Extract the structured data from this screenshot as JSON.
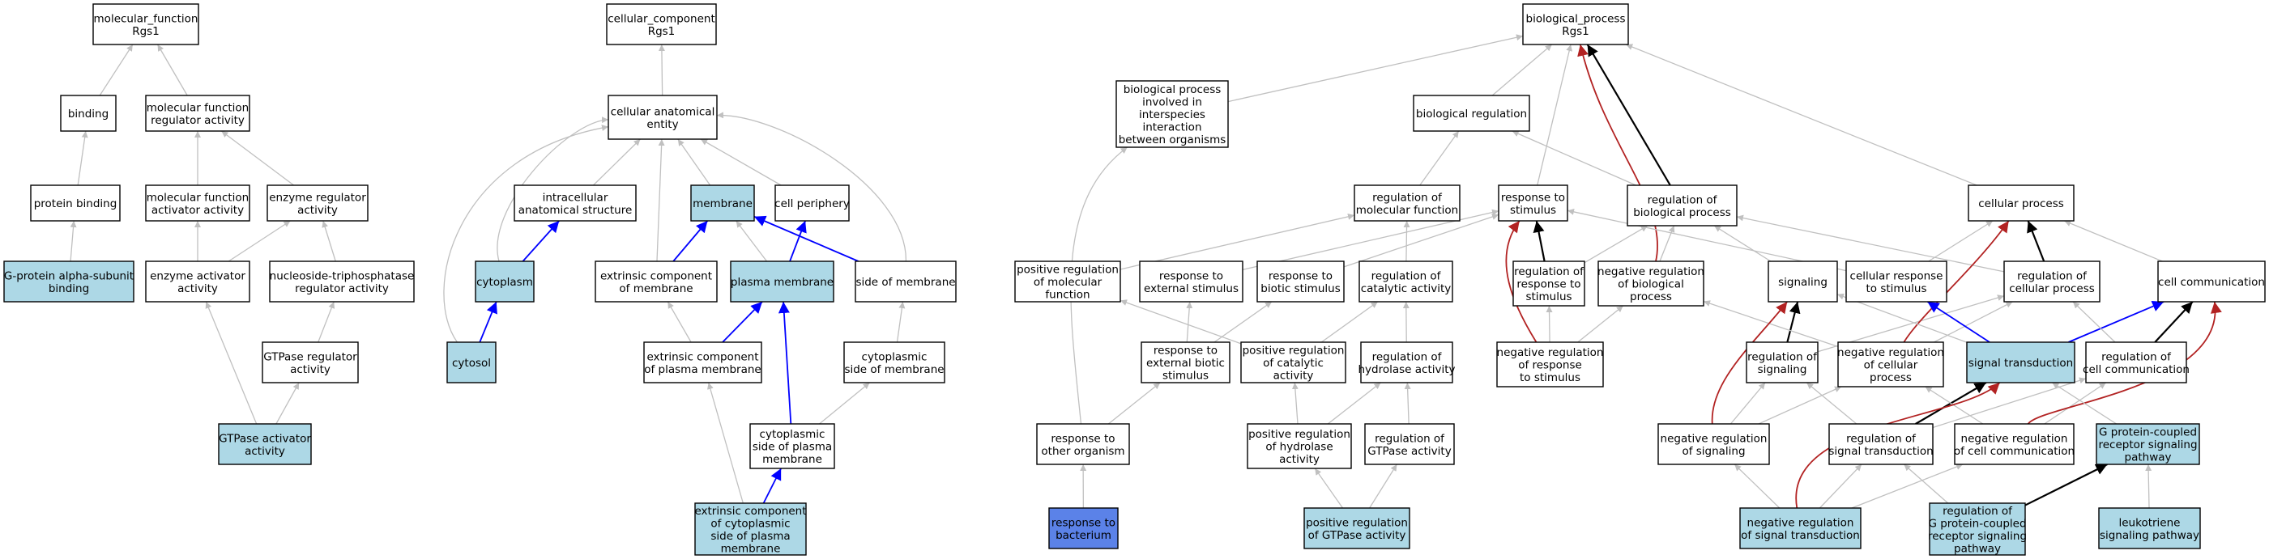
{
  "colors": {
    "plain": "#ffffff",
    "highlight": "#add8e6",
    "query": "#5b82e8",
    "edge_isa": "#c0c0c0",
    "edge_black": "#000000",
    "edge_blue": "#0000ff",
    "edge_red": "#b22222"
  },
  "nodes": [
    {
      "id": "mf_root",
      "lines": [
        "molecular_function",
        "Rgs1"
      ],
      "fill": "plain"
    },
    {
      "id": "binding",
      "lines": [
        "binding"
      ],
      "fill": "plain"
    },
    {
      "id": "mf_reg",
      "lines": [
        "molecular function",
        "regulator activity"
      ],
      "fill": "plain"
    },
    {
      "id": "protein_binding",
      "lines": [
        "protein binding"
      ],
      "fill": "plain"
    },
    {
      "id": "mf_act",
      "lines": [
        "molecular function",
        "activator activity"
      ],
      "fill": "plain"
    },
    {
      "id": "enz_reg",
      "lines": [
        "enzyme regulator",
        "activity"
      ],
      "fill": "plain"
    },
    {
      "id": "galpha",
      "lines": [
        "G-protein alpha-subunit",
        "binding"
      ],
      "fill": "highlight"
    },
    {
      "id": "enz_act",
      "lines": [
        "enzyme activator",
        "activity"
      ],
      "fill": "plain"
    },
    {
      "id": "ntp_reg",
      "lines": [
        "nucleoside-triphosphatase",
        "regulator activity"
      ],
      "fill": "plain"
    },
    {
      "id": "gtpase_reg",
      "lines": [
        "GTPase regulator",
        "activity"
      ],
      "fill": "plain"
    },
    {
      "id": "gtpase_act",
      "lines": [
        "GTPase activator",
        "activity"
      ],
      "fill": "highlight"
    },
    {
      "id": "cc_root",
      "lines": [
        "cellular_component",
        "Rgs1"
      ],
      "fill": "plain"
    },
    {
      "id": "cae",
      "lines": [
        "cellular anatomical",
        "entity"
      ],
      "fill": "plain"
    },
    {
      "id": "intracell",
      "lines": [
        "intracellular",
        "anatomical structure"
      ],
      "fill": "plain"
    },
    {
      "id": "membrane",
      "lines": [
        "membrane"
      ],
      "fill": "highlight"
    },
    {
      "id": "cell_periph",
      "lines": [
        "cell periphery"
      ],
      "fill": "plain"
    },
    {
      "id": "cytoplasm",
      "lines": [
        "cytoplasm"
      ],
      "fill": "highlight"
    },
    {
      "id": "ext_comp_mem",
      "lines": [
        "extrinsic component",
        "of membrane"
      ],
      "fill": "plain"
    },
    {
      "id": "plasma_mem",
      "lines": [
        "plasma membrane"
      ],
      "fill": "highlight"
    },
    {
      "id": "side_mem",
      "lines": [
        "side of membrane"
      ],
      "fill": "plain"
    },
    {
      "id": "cytosol",
      "lines": [
        "cytosol"
      ],
      "fill": "highlight"
    },
    {
      "id": "ext_comp_pm",
      "lines": [
        "extrinsic component",
        "of plasma membrane"
      ],
      "fill": "plain"
    },
    {
      "id": "cyto_side_mem",
      "lines": [
        "cytoplasmic",
        "side of membrane"
      ],
      "fill": "plain"
    },
    {
      "id": "cyto_side_pm",
      "lines": [
        "cytoplasmic",
        "side of plasma",
        "membrane"
      ],
      "fill": "plain"
    },
    {
      "id": "ext_comp_cyto",
      "lines": [
        "extrinsic component",
        "of cytoplasmic",
        "side of plasma",
        "membrane"
      ],
      "fill": "highlight"
    },
    {
      "id": "bp_root",
      "lines": [
        "biological_process",
        "Rgs1"
      ],
      "fill": "plain"
    },
    {
      "id": "bp_interspecies",
      "lines": [
        "biological process",
        "involved in",
        "interspecies",
        "interaction",
        "between organisms"
      ],
      "fill": "plain"
    },
    {
      "id": "bio_reg",
      "lines": [
        "biological regulation"
      ],
      "fill": "plain"
    },
    {
      "id": "reg_mf",
      "lines": [
        "regulation of",
        "molecular function"
      ],
      "fill": "plain"
    },
    {
      "id": "resp_stim",
      "lines": [
        "response to",
        "stimulus"
      ],
      "fill": "plain"
    },
    {
      "id": "reg_bp",
      "lines": [
        "regulation of",
        "biological process"
      ],
      "fill": "plain"
    },
    {
      "id": "cell_proc",
      "lines": [
        "cellular process"
      ],
      "fill": "plain"
    },
    {
      "id": "pos_reg_mf",
      "lines": [
        "positive regulation",
        "of molecular",
        "function"
      ],
      "fill": "plain"
    },
    {
      "id": "resp_ext",
      "lines": [
        "response to",
        "external stimulus"
      ],
      "fill": "plain"
    },
    {
      "id": "resp_biotic",
      "lines": [
        "response to",
        "biotic stimulus"
      ],
      "fill": "plain"
    },
    {
      "id": "reg_cat",
      "lines": [
        "regulation of",
        "catalytic activity"
      ],
      "fill": "plain"
    },
    {
      "id": "reg_resp_stim",
      "lines": [
        "regulation of",
        "response to",
        "stimulus"
      ],
      "fill": "plain"
    },
    {
      "id": "neg_reg_bp",
      "lines": [
        "negative regulation",
        "of biological",
        "process"
      ],
      "fill": "plain"
    },
    {
      "id": "signaling",
      "lines": [
        "signaling"
      ],
      "fill": "plain"
    },
    {
      "id": "cell_resp",
      "lines": [
        "cellular response",
        "to stimulus"
      ],
      "fill": "plain"
    },
    {
      "id": "reg_cell_proc",
      "lines": [
        "regulation of",
        "cellular process"
      ],
      "fill": "plain"
    },
    {
      "id": "cell_comm",
      "lines": [
        "cell communication"
      ],
      "fill": "plain"
    },
    {
      "id": "resp_ext_biotic",
      "lines": [
        "response to",
        "external biotic",
        "stimulus"
      ],
      "fill": "plain"
    },
    {
      "id": "pos_reg_cat",
      "lines": [
        "positive regulation",
        "of catalytic",
        "activity"
      ],
      "fill": "plain"
    },
    {
      "id": "reg_hydro",
      "lines": [
        "regulation of",
        "hydrolase activity"
      ],
      "fill": "plain"
    },
    {
      "id": "neg_reg_resp",
      "lines": [
        "negative regulation",
        "of response",
        "to stimulus"
      ],
      "fill": "plain"
    },
    {
      "id": "reg_signaling",
      "lines": [
        "regulation of",
        "signaling"
      ],
      "fill": "plain"
    },
    {
      "id": "neg_reg_cell_proc",
      "lines": [
        "negative regulation",
        "of cellular",
        "process"
      ],
      "fill": "plain"
    },
    {
      "id": "sig_trans",
      "lines": [
        "signal transduction"
      ],
      "fill": "highlight"
    },
    {
      "id": "reg_cell_comm",
      "lines": [
        "regulation of",
        "cell communication"
      ],
      "fill": "plain"
    },
    {
      "id": "resp_other_org",
      "lines": [
        "response to",
        "other organism"
      ],
      "fill": "plain"
    },
    {
      "id": "pos_reg_hydro",
      "lines": [
        "positive regulation",
        "of hydrolase",
        "activity"
      ],
      "fill": "plain"
    },
    {
      "id": "reg_gtpase",
      "lines": [
        "regulation of",
        "GTPase activity"
      ],
      "fill": "plain"
    },
    {
      "id": "neg_reg_signaling",
      "lines": [
        "negative regulation",
        "of signaling"
      ],
      "fill": "plain"
    },
    {
      "id": "reg_sig_trans",
      "lines": [
        "regulation of",
        "signal transduction"
      ],
      "fill": "plain"
    },
    {
      "id": "neg_reg_cell_comm",
      "lines": [
        "negative regulation",
        "of cell communication"
      ],
      "fill": "plain"
    },
    {
      "id": "gpcr_path",
      "lines": [
        "G protein-coupled",
        "receptor signaling",
        "pathway"
      ],
      "fill": "highlight"
    },
    {
      "id": "resp_bact",
      "lines": [
        "response to",
        "bacterium"
      ],
      "fill": "query"
    },
    {
      "id": "pos_reg_gtpase",
      "lines": [
        "positive regulation",
        "of GTPase activity"
      ],
      "fill": "highlight"
    },
    {
      "id": "neg_reg_sig_trans",
      "lines": [
        "negative regulation",
        "of signal transduction"
      ],
      "fill": "highlight"
    },
    {
      "id": "reg_gpcr",
      "lines": [
        "regulation of",
        "G protein-coupled",
        "receptor signaling",
        "pathway"
      ],
      "fill": "highlight"
    },
    {
      "id": "leukotriene",
      "lines": [
        "leukotriene",
        "signaling pathway"
      ],
      "fill": "highlight"
    }
  ],
  "edges": [
    {
      "from": "binding",
      "to": "mf_root",
      "type": "isa"
    },
    {
      "from": "mf_reg",
      "to": "mf_root",
      "type": "isa"
    },
    {
      "from": "protein_binding",
      "to": "binding",
      "type": "isa"
    },
    {
      "from": "mf_act",
      "to": "mf_reg",
      "type": "isa"
    },
    {
      "from": "enz_reg",
      "to": "mf_reg",
      "type": "isa"
    },
    {
      "from": "galpha",
      "to": "protein_binding",
      "type": "isa"
    },
    {
      "from": "enz_act",
      "to": "mf_act",
      "type": "isa"
    },
    {
      "from": "enz_act",
      "to": "enz_reg",
      "type": "isa"
    },
    {
      "from": "ntp_reg",
      "to": "enz_reg",
      "type": "isa"
    },
    {
      "from": "gtpase_reg",
      "to": "ntp_reg",
      "type": "isa"
    },
    {
      "from": "gtpase_act",
      "to": "enz_act",
      "type": "isa"
    },
    {
      "from": "gtpase_act",
      "to": "gtpase_reg",
      "type": "isa"
    },
    {
      "from": "cae",
      "to": "cc_root",
      "type": "isa"
    },
    {
      "from": "intracell",
      "to": "cae",
      "type": "isa"
    },
    {
      "from": "membrane",
      "to": "cae",
      "type": "isa"
    },
    {
      "from": "cell_periph",
      "to": "cae",
      "type": "isa"
    },
    {
      "from": "cytoplasm",
      "to": "cae",
      "type": "isa"
    },
    {
      "from": "cytoplasm",
      "to": "intracell",
      "type": "blue"
    },
    {
      "from": "ext_comp_mem",
      "to": "cae",
      "type": "isa"
    },
    {
      "from": "ext_comp_mem",
      "to": "membrane",
      "type": "blue"
    },
    {
      "from": "plasma_mem",
      "to": "membrane",
      "type": "isa"
    },
    {
      "from": "plasma_mem",
      "to": "cell_periph",
      "type": "blue"
    },
    {
      "from": "side_mem",
      "to": "cae",
      "type": "isa"
    },
    {
      "from": "side_mem",
      "to": "membrane",
      "type": "blue"
    },
    {
      "from": "cytosol",
      "to": "cae",
      "type": "isa"
    },
    {
      "from": "cytosol",
      "to": "cytoplasm",
      "type": "blue"
    },
    {
      "from": "ext_comp_pm",
      "to": "ext_comp_mem",
      "type": "isa"
    },
    {
      "from": "ext_comp_pm",
      "to": "plasma_mem",
      "type": "blue"
    },
    {
      "from": "cyto_side_mem",
      "to": "side_mem",
      "type": "isa"
    },
    {
      "from": "cyto_side_pm",
      "to": "cyto_side_mem",
      "type": "isa"
    },
    {
      "from": "cyto_side_pm",
      "to": "plasma_mem",
      "type": "blue"
    },
    {
      "from": "ext_comp_cyto",
      "to": "ext_comp_pm",
      "type": "isa"
    },
    {
      "from": "ext_comp_cyto",
      "to": "cyto_side_pm",
      "type": "blue"
    },
    {
      "from": "bp_interspecies",
      "to": "bp_root",
      "type": "isa"
    },
    {
      "from": "bio_reg",
      "to": "bp_root",
      "type": "isa"
    },
    {
      "from": "resp_stim",
      "to": "bp_root",
      "type": "isa"
    },
    {
      "from": "reg_bp",
      "to": "bp_root",
      "type": "black"
    },
    {
      "from": "reg_bp",
      "to": "bio_reg",
      "type": "isa"
    },
    {
      "from": "neg_reg_bp",
      "to": "bp_root",
      "type": "red"
    },
    {
      "from": "cell_proc",
      "to": "bp_root",
      "type": "isa"
    },
    {
      "from": "reg_mf",
      "to": "bio_reg",
      "type": "isa"
    },
    {
      "from": "pos_reg_mf",
      "to": "reg_mf",
      "type": "isa"
    },
    {
      "from": "resp_ext",
      "to": "resp_stim",
      "type": "isa"
    },
    {
      "from": "resp_biotic",
      "to": "resp_stim",
      "type": "isa"
    },
    {
      "from": "reg_cat",
      "to": "reg_mf",
      "type": "isa"
    },
    {
      "from": "reg_resp_stim",
      "to": "reg_bp",
      "type": "isa"
    },
    {
      "from": "reg_resp_stim",
      "to": "resp_stim",
      "type": "black"
    },
    {
      "from": "neg_reg_bp",
      "to": "reg_bp",
      "type": "isa"
    },
    {
      "from": "signaling",
      "to": "reg_bp",
      "type": "isa"
    },
    {
      "from": "cell_resp",
      "to": "resp_stim",
      "type": "isa"
    },
    {
      "from": "cell_resp",
      "to": "cell_proc",
      "type": "isa"
    },
    {
      "from": "reg_cell_proc",
      "to": "reg_bp",
      "type": "isa"
    },
    {
      "from": "reg_cell_proc",
      "to": "cell_proc",
      "type": "black"
    },
    {
      "from": "cell_comm",
      "to": "cell_proc",
      "type": "isa"
    },
    {
      "from": "resp_ext_biotic",
      "to": "resp_ext",
      "type": "isa"
    },
    {
      "from": "resp_ext_biotic",
      "to": "resp_biotic",
      "type": "isa"
    },
    {
      "from": "pos_reg_cat",
      "to": "reg_cat",
      "type": "isa"
    },
    {
      "from": "pos_reg_cat",
      "to": "pos_reg_mf",
      "type": "isa"
    },
    {
      "from": "reg_hydro",
      "to": "reg_cat",
      "type": "isa"
    },
    {
      "from": "neg_reg_resp",
      "to": "reg_resp_stim",
      "type": "isa"
    },
    {
      "from": "neg_reg_resp",
      "to": "neg_reg_bp",
      "type": "isa"
    },
    {
      "from": "neg_reg_resp",
      "to": "resp_stim",
      "type": "red"
    },
    {
      "from": "reg_signaling",
      "to": "reg_cell_proc",
      "type": "isa"
    },
    {
      "from": "reg_signaling",
      "to": "signaling",
      "type": "black"
    },
    {
      "from": "neg_reg_cell_proc",
      "to": "reg_cell_proc",
      "type": "isa"
    },
    {
      "from": "neg_reg_cell_proc",
      "to": "neg_reg_bp",
      "type": "isa"
    },
    {
      "from": "neg_reg_cell_proc",
      "to": "cell_proc",
      "type": "red"
    },
    {
      "from": "sig_trans",
      "to": "signaling",
      "type": "isa"
    },
    {
      "from": "sig_trans",
      "to": "cell_resp",
      "type": "blue"
    },
    {
      "from": "sig_trans",
      "to": "cell_comm",
      "type": "blue"
    },
    {
      "from": "reg_cell_comm",
      "to": "reg_cell_proc",
      "type": "isa"
    },
    {
      "from": "reg_cell_comm",
      "to": "cell_comm",
      "type": "black"
    },
    {
      "from": "resp_other_org",
      "to": "resp_ext_biotic",
      "type": "isa"
    },
    {
      "from": "resp_other_org",
      "to": "bp_interspecies",
      "type": "isa"
    },
    {
      "from": "pos_reg_hydro",
      "to": "reg_hydro",
      "type": "isa"
    },
    {
      "from": "pos_reg_hydro",
      "to": "pos_reg_cat",
      "type": "isa"
    },
    {
      "from": "reg_gtpase",
      "to": "reg_hydro",
      "type": "isa"
    },
    {
      "from": "neg_reg_signaling",
      "to": "reg_signaling",
      "type": "isa"
    },
    {
      "from": "neg_reg_signaling",
      "to": "neg_reg_cell_proc",
      "type": "isa"
    },
    {
      "from": "neg_reg_signaling",
      "to": "signaling",
      "type": "red"
    },
    {
      "from": "reg_sig_trans",
      "to": "reg_signaling",
      "type": "isa"
    },
    {
      "from": "reg_sig_trans",
      "to": "reg_cell_comm",
      "type": "isa"
    },
    {
      "from": "reg_sig_trans",
      "to": "sig_trans",
      "type": "black"
    },
    {
      "from": "neg_reg_cell_comm",
      "to": "reg_cell_comm",
      "type": "isa"
    },
    {
      "from": "neg_reg_cell_comm",
      "to": "neg_reg_cell_proc",
      "type": "isa"
    },
    {
      "from": "neg_reg_cell_comm",
      "to": "cell_comm",
      "type": "red"
    },
    {
      "from": "gpcr_path",
      "to": "sig_trans",
      "type": "isa"
    },
    {
      "from": "resp_bact",
      "to": "resp_other_org",
      "type": "isa"
    },
    {
      "from": "pos_reg_gtpase",
      "to": "reg_gtpase",
      "type": "isa"
    },
    {
      "from": "pos_reg_gtpase",
      "to": "pos_reg_hydro",
      "type": "isa"
    },
    {
      "from": "neg_reg_sig_trans",
      "to": "neg_reg_signaling",
      "type": "isa"
    },
    {
      "from": "neg_reg_sig_trans",
      "to": "reg_sig_trans",
      "type": "isa"
    },
    {
      "from": "neg_reg_sig_trans",
      "to": "neg_reg_cell_comm",
      "type": "isa"
    },
    {
      "from": "neg_reg_sig_trans",
      "to": "sig_trans",
      "type": "red"
    },
    {
      "from": "reg_gpcr",
      "to": "reg_sig_trans",
      "type": "isa"
    },
    {
      "from": "reg_gpcr",
      "to": "gpcr_path",
      "type": "black"
    },
    {
      "from": "leukotriene",
      "to": "gpcr_path",
      "type": "isa"
    }
  ]
}
